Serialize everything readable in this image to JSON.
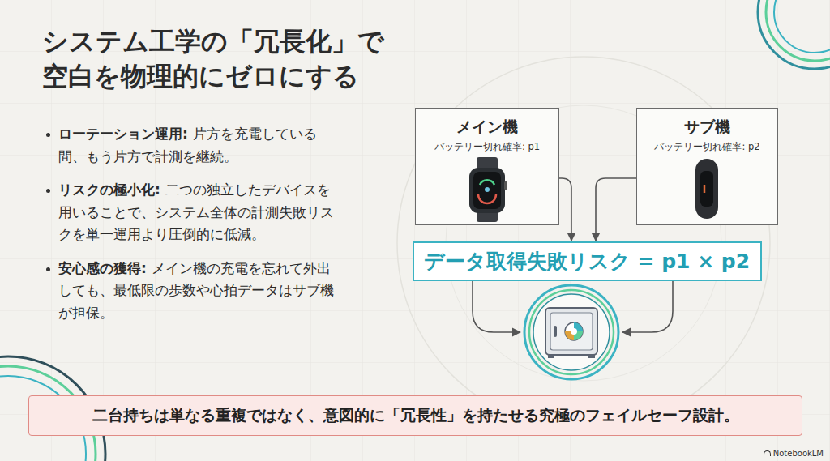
{
  "diagram": {
    "title": "システム工学の「冗長化」で 空白を物理的にゼロにする",
    "nodes": [
      {
        "text": [
          "メイン機",
          "バッテリー切れ確率: p1"
        ]
      },
      {
        "text": [
          "サブ機",
          "バッテリー切れ確率: p2"
        ]
      },
      {
        "text": [
          "データ取得失敗リスク = p1 × p2"
        ]
      },
      {
        "text": [
          "二台持ちは単なる重複ではなく、意図的に「冗長性」を持たせる究極のフェイルセーフ設計。"
        ]
      }
    ],
    "edges": [
      {
        "from": 0,
        "to": 2,
        "arrow": "to"
      },
      {
        "from": 1,
        "to": 2,
        "arrow": "to"
      }
    ],
    "labels": [
      "ローテーション運用:",
      "片方を充電している間、もう片方で計測を継続。",
      "リスクの極小化:",
      "二つの独立したデバイスを用いることで、システム全体の計測失敗リスクを単一運用より圧倒的に低減。",
      "安心感の獲得:",
      "メイン機の充電を忘れて外出しても、最低限の歩数や心拍データはサブ機が担保。",
      "NotebookLM"
    ]
  }
}
